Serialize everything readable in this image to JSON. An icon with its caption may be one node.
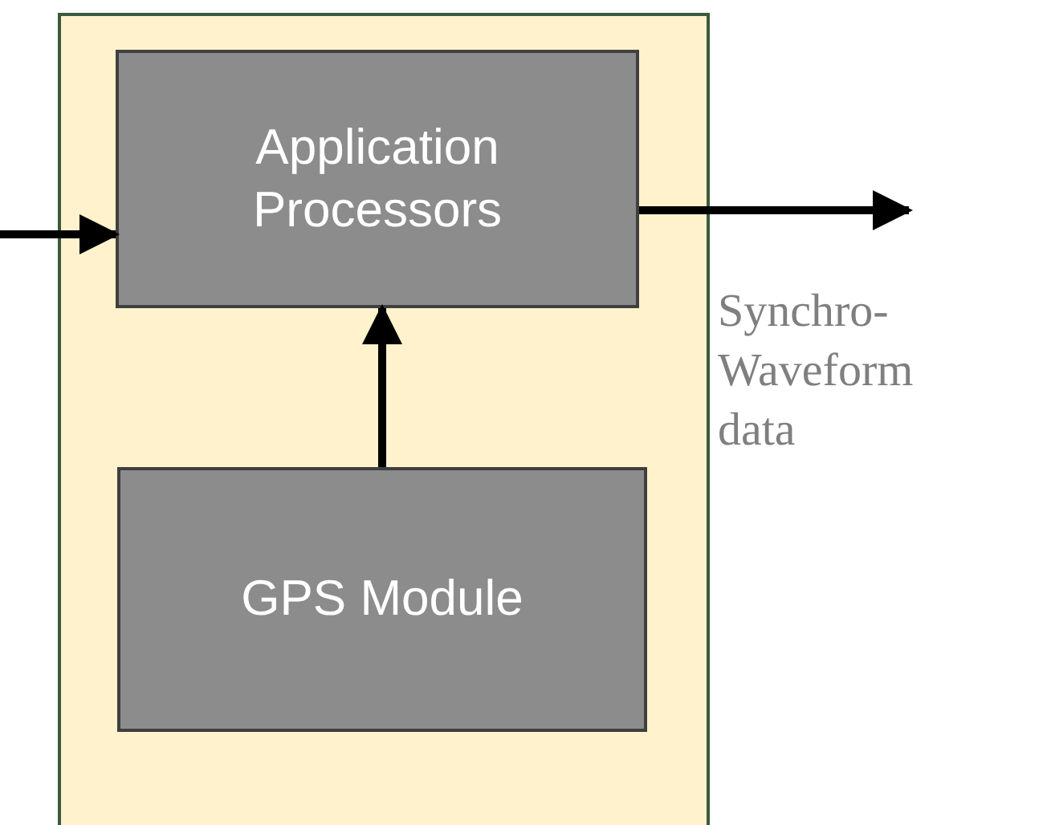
{
  "diagram": {
    "nodes": [
      {
        "text": [],
        "shape": "box"
      },
      {
        "text": [
          "Application Processors"
        ],
        "in": 0
      },
      {
        "text": [
          "GPS Module"
        ],
        "in": 0
      }
    ],
    "edges": [
      {
        "from": null,
        "to": 1,
        "arrow": "to"
      },
      {
        "from": 1,
        "to": null,
        "arrow": "to"
      },
      {
        "from": 2,
        "to": 1,
        "arrow": "to"
      }
    ],
    "labels": [
      "Synchro- Waveform data"
    ]
  }
}
